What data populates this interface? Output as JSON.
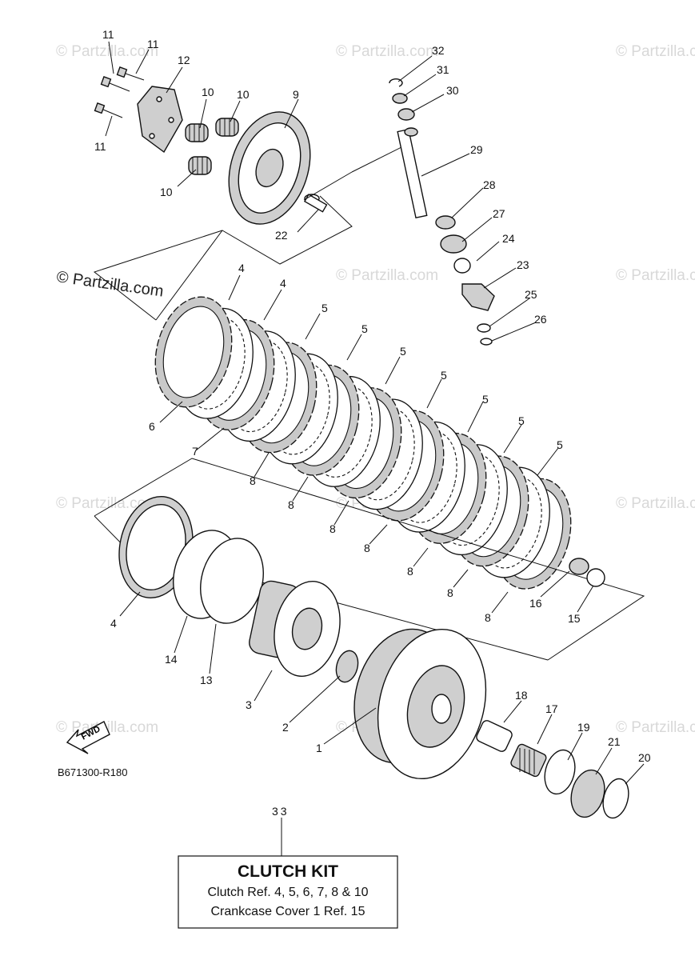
{
  "watermark": {
    "brand": "© Partzilla.com",
    "ghost": "© Partzilla.com"
  },
  "callouts": {
    "p1": "1",
    "p2": "2",
    "p3": "3",
    "p4a": "4",
    "p4b": "4",
    "p4c": "4",
    "p5a": "5",
    "p5b": "5",
    "p5c": "5",
    "p5d": "5",
    "p5e": "5",
    "p5f": "5",
    "p5g": "5",
    "p6": "6",
    "p7": "7",
    "p8a": "8",
    "p8b": "8",
    "p8c": "8",
    "p8d": "8",
    "p8e": "8",
    "p8f": "8",
    "p8g": "8",
    "p9": "9",
    "p10a": "10",
    "p10b": "10",
    "p10c": "10",
    "p11a": "11",
    "p11b": "11",
    "p11c": "11",
    "p12": "12",
    "p13": "13",
    "p14": "14",
    "p15": "15",
    "p16": "16",
    "p17": "17",
    "p18": "18",
    "p19": "19",
    "p20": "20",
    "p21": "21",
    "p22": "22",
    "p23": "23",
    "p24": "24",
    "p25": "25",
    "p26": "26",
    "p27": "27",
    "p28": "28",
    "p29": "29",
    "p30": "30",
    "p31": "31",
    "p32": "32",
    "p33": "33"
  },
  "fwd_label": "FWD",
  "diagram_id": "B671300-R180",
  "clutch_kit": {
    "title": "CLUTCH KIT",
    "line1": "Clutch Ref. 4, 5, 6, 7, 8 & 10",
    "line2": "Crankcase Cover 1 Ref. 15"
  }
}
